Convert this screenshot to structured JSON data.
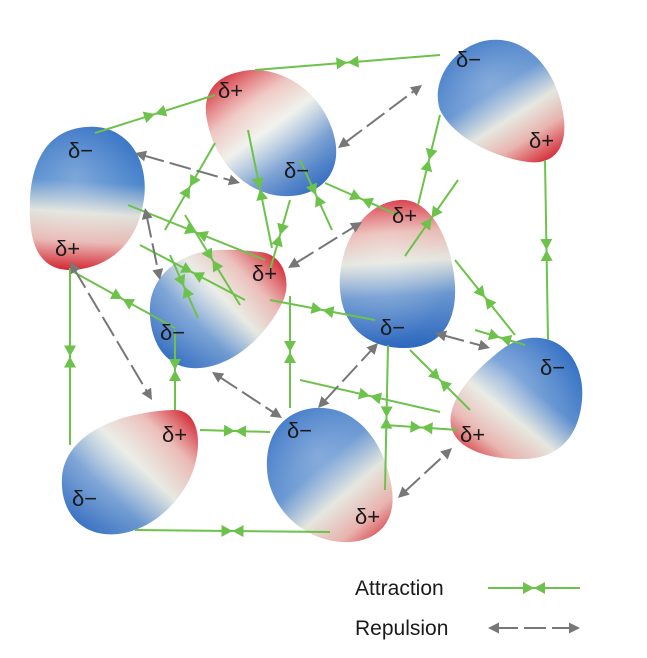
{
  "charges": {
    "positive": "δ+",
    "negative": "δ−"
  },
  "legend": {
    "attraction_label": "Attraction",
    "repulsion_label": "Repulsion"
  },
  "colors": {
    "attraction": "#6cc24a",
    "repulsion": "#777777",
    "positive_pole": "#d9303a",
    "negative_pole": "#2f6fc0",
    "neutral_band": "#e6e6e0"
  },
  "molecules": [
    {
      "id": "m1",
      "positive_end": "bottom",
      "negative_end": "top"
    },
    {
      "id": "m2",
      "positive_end": "top-left",
      "negative_end": "bottom-right"
    },
    {
      "id": "m3",
      "positive_end": "bottom-right",
      "negative_end": "top-left"
    },
    {
      "id": "m4",
      "positive_end": "top-right",
      "negative_end": "bottom-left"
    },
    {
      "id": "m5",
      "positive_end": "top",
      "negative_end": "bottom"
    },
    {
      "id": "m6",
      "positive_end": "bottom-left",
      "negative_end": "top-right"
    },
    {
      "id": "m7",
      "positive_end": "top-right",
      "negative_end": "bottom-left"
    },
    {
      "id": "m8",
      "positive_end": "bottom-right",
      "negative_end": "top-left"
    }
  ],
  "interactions": {
    "attractions": 27,
    "repulsions": 9
  }
}
